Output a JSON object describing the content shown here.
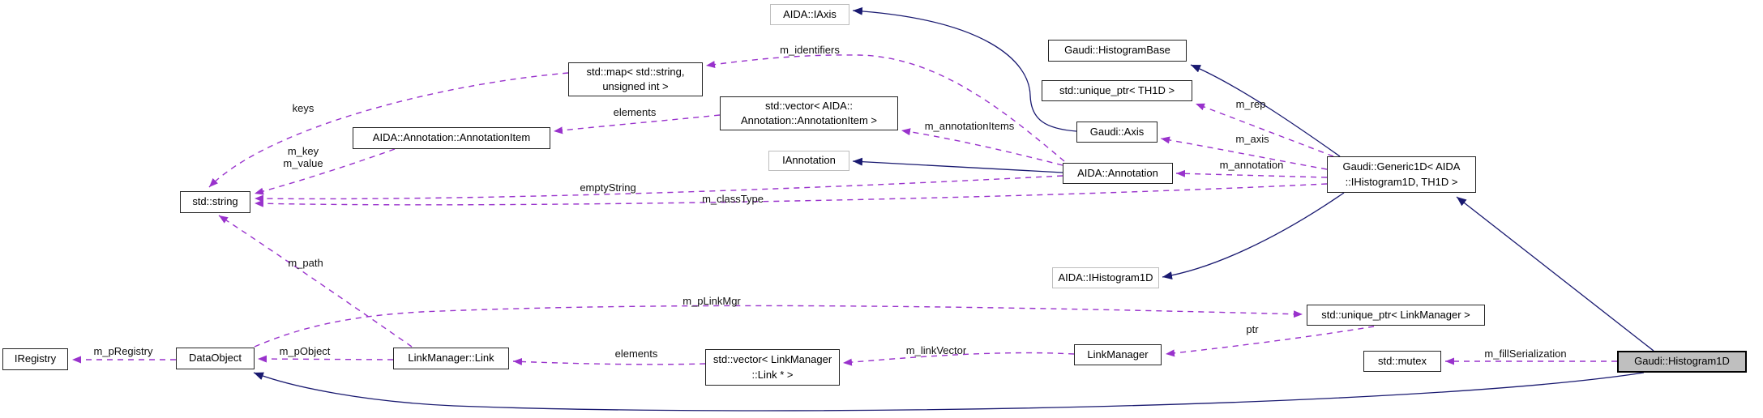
{
  "diagram": {
    "type": "doxygen-collaboration-diagram",
    "subject": "Gaudi::Histogram1D",
    "colors": {
      "background": "#ffffff",
      "inheritance_edge": "#191970",
      "usage_edge": "#9932cc",
      "node_border": "#242424",
      "external_node_border": "#bdbdbd",
      "main_node_fill": "#bfbfbf"
    },
    "nodes": [
      {
        "id": "aida-iaxis",
        "label": "AIDA::IAxis",
        "kind": "external"
      },
      {
        "id": "std-map",
        "label": "std::map< std::string, unsigned int >",
        "kind": "class"
      },
      {
        "id": "annotation-item",
        "label": "AIDA::Annotation::AnnotationItem",
        "kind": "class"
      },
      {
        "id": "std-vector-annotation-item",
        "label": "std::vector< AIDA:: Annotation::AnnotationItem >",
        "kind": "class"
      },
      {
        "id": "iannotation",
        "label": "IAnnotation",
        "kind": "external"
      },
      {
        "id": "gaudi-histogram-base",
        "label": "Gaudi::HistogramBase",
        "kind": "class"
      },
      {
        "id": "std-unique-ptr-th1d",
        "label": "std::unique_ptr< TH1D >",
        "kind": "class"
      },
      {
        "id": "gaudi-axis",
        "label": "Gaudi::Axis",
        "kind": "class"
      },
      {
        "id": "aida-annotation",
        "label": "AIDA::Annotation",
        "kind": "class"
      },
      {
        "id": "gaudi-generic1d",
        "label": "Gaudi::Generic1D< AIDA ::IHistogram1D, TH1D >",
        "kind": "class"
      },
      {
        "id": "std-string",
        "label": "std::string",
        "kind": "class"
      },
      {
        "id": "aida-ihistogram1d",
        "label": "AIDA::IHistogram1D",
        "kind": "external"
      },
      {
        "id": "iregistry",
        "label": "IRegistry",
        "kind": "class"
      },
      {
        "id": "dataobject",
        "label": "DataObject",
        "kind": "class"
      },
      {
        "id": "linkmanager-link",
        "label": "LinkManager::Link",
        "kind": "class"
      },
      {
        "id": "std-vector-link",
        "label": "std::vector< LinkManager ::Link * >",
        "kind": "class"
      },
      {
        "id": "linkmanager",
        "label": "LinkManager",
        "kind": "class"
      },
      {
        "id": "std-unique-ptr-linkmanager",
        "label": "std::unique_ptr< LinkManager >",
        "kind": "class"
      },
      {
        "id": "std-mutex",
        "label": "std::mutex",
        "kind": "class"
      },
      {
        "id": "gaudi-histogram1d",
        "label": "Gaudi::Histogram1D",
        "kind": "main"
      }
    ],
    "edges": [
      {
        "from": "std::map< std::string, unsigned int >",
        "to": "std::string",
        "label": "keys",
        "kind": "usage"
      },
      {
        "from": "AIDA::Annotation::AnnotationItem",
        "to": "std::string",
        "label": "m_key\nm_value",
        "kind": "usage"
      },
      {
        "from": "AIDA::Annotation",
        "to": "std::string",
        "label": "emptyString",
        "kind": "usage"
      },
      {
        "from": "Gaudi::Generic1D< AIDA::IHistogram1D, TH1D >",
        "to": "std::string",
        "label": "m_classType",
        "kind": "usage"
      },
      {
        "from": "LinkManager::Link",
        "to": "std::string",
        "label": "m_path",
        "kind": "usage"
      },
      {
        "from": "AIDA::Annotation",
        "to": "std::map< std::string, unsigned int >",
        "label": "m_identifiers",
        "kind": "usage"
      },
      {
        "from": "std::vector< AIDA::Annotation::AnnotationItem >",
        "to": "AIDA::Annotation::AnnotationItem",
        "label": "elements",
        "kind": "usage"
      },
      {
        "from": "AIDA::Annotation",
        "to": "std::vector< AIDA::Annotation::AnnotationItem >",
        "label": "m_annotationItems",
        "kind": "usage"
      },
      {
        "from": "Gaudi::Generic1D< AIDA::IHistogram1D, TH1D >",
        "to": "std::unique_ptr< TH1D >",
        "label": "m_rep",
        "kind": "usage"
      },
      {
        "from": "Gaudi::Generic1D< AIDA::IHistogram1D, TH1D >",
        "to": "Gaudi::Axis",
        "label": "m_axis",
        "kind": "usage"
      },
      {
        "from": "Gaudi::Generic1D< AIDA::IHistogram1D, TH1D >",
        "to": "AIDA::Annotation",
        "label": "m_annotation",
        "kind": "usage"
      },
      {
        "from": "DataObject",
        "to": "IRegistry",
        "label": "m_pRegistry",
        "kind": "usage"
      },
      {
        "from": "LinkManager::Link",
        "to": "DataObject",
        "label": "m_pObject",
        "kind": "usage"
      },
      {
        "from": "std::vector< LinkManager::Link * >",
        "to": "LinkManager::Link",
        "label": "elements",
        "kind": "usage"
      },
      {
        "from": "LinkManager",
        "to": "std::vector< LinkManager::Link * >",
        "label": "m_linkVector",
        "kind": "usage"
      },
      {
        "from": "std::unique_ptr< LinkManager >",
        "to": "LinkManager",
        "label": "ptr",
        "kind": "usage"
      },
      {
        "from": "DataObject",
        "to": "std::unique_ptr< LinkManager >",
        "label": "m_pLinkMgr",
        "kind": "usage"
      },
      {
        "from": "Gaudi::Histogram1D",
        "to": "std::mutex",
        "label": "m_fillSerialization",
        "kind": "usage"
      },
      {
        "from": "Gaudi::Axis",
        "to": "AIDA::IAxis",
        "label": "",
        "kind": "inheritance"
      },
      {
        "from": "Gaudi::Generic1D< AIDA::IHistogram1D, TH1D >",
        "to": "Gaudi::HistogramBase",
        "label": "",
        "kind": "inheritance"
      },
      {
        "from": "AIDA::Annotation",
        "to": "IAnnotation",
        "label": "",
        "kind": "inheritance"
      },
      {
        "from": "Gaudi::Generic1D< AIDA::IHistogram1D, TH1D >",
        "to": "AIDA::IHistogram1D",
        "label": "",
        "kind": "inheritance"
      },
      {
        "from": "Gaudi::Histogram1D",
        "to": "Gaudi::Generic1D< AIDA::IHistogram1D, TH1D >",
        "label": "",
        "kind": "inheritance"
      },
      {
        "from": "Gaudi::Histogram1D",
        "to": "DataObject",
        "label": "",
        "kind": "inheritance"
      }
    ]
  }
}
